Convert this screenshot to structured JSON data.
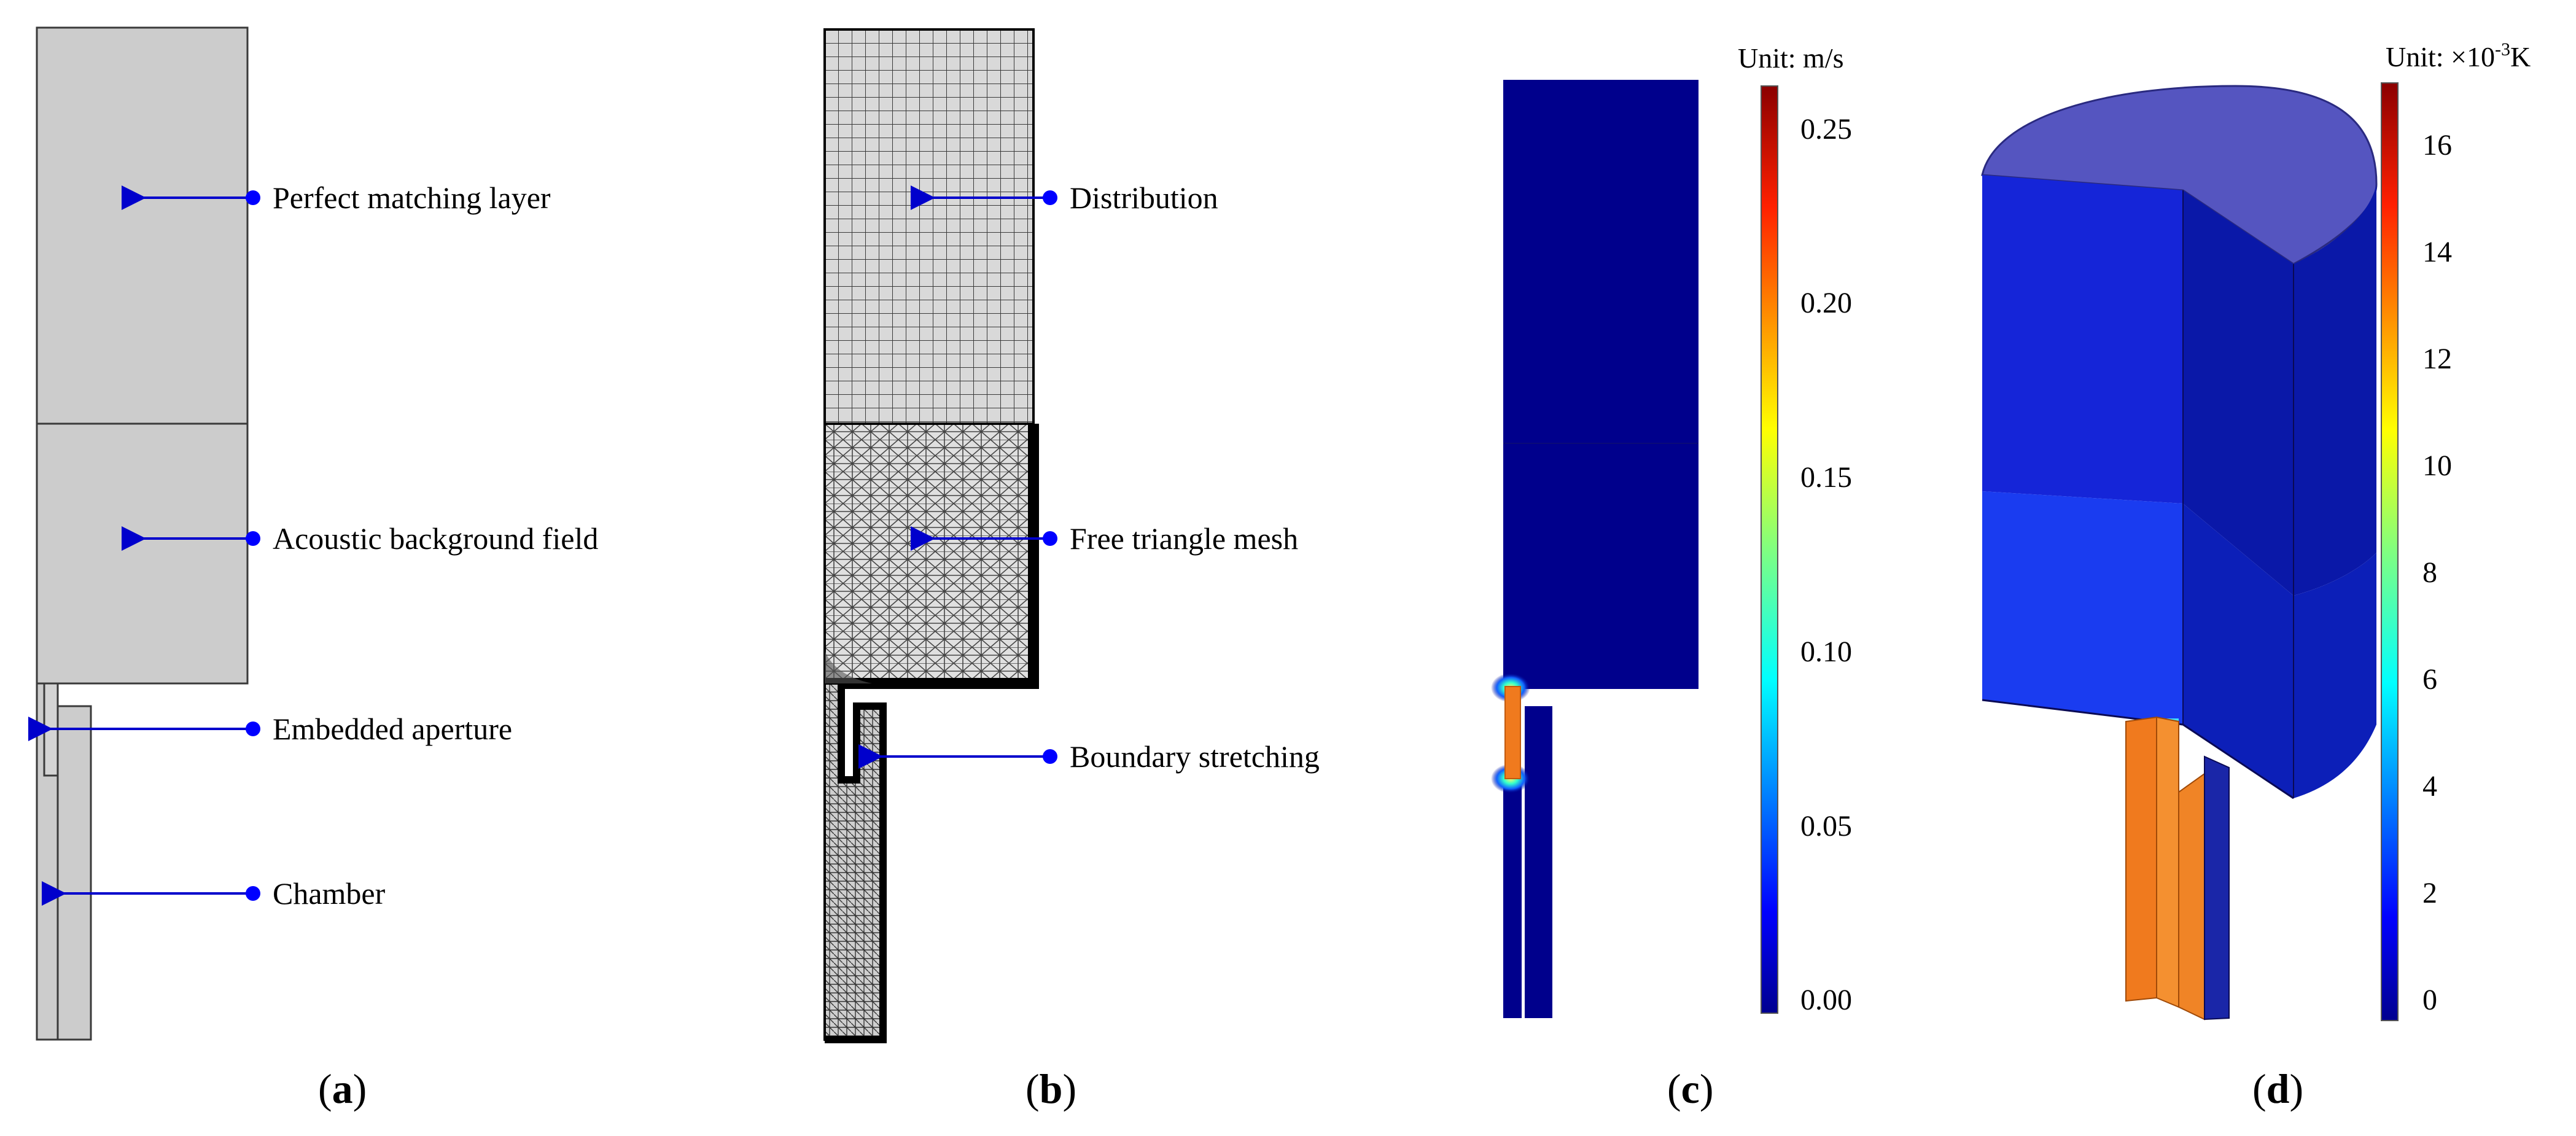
{
  "panels": [
    {
      "caption": "(a)",
      "caption_letter": "a",
      "labels": [
        "Perfect matching layer",
        "Acoustic background field",
        "Embedded aperture",
        "Chamber"
      ]
    },
    {
      "caption": "(b)",
      "caption_letter": "b",
      "labels": [
        "Distribution",
        "Free triangle mesh",
        "Boundary stretching"
      ]
    },
    {
      "caption": "(c)",
      "caption_letter": "c",
      "colorbar": {
        "unit": "Unit: m/s",
        "ticks": [
          "0.25",
          "0.20",
          "0.15",
          "0.10",
          "0.05",
          "0.00"
        ]
      }
    },
    {
      "caption": "(d)",
      "caption_letter": "d",
      "colorbar": {
        "unit_prefix": "Unit: ×10",
        "unit_exp": "-3",
        "unit_suffix": "K",
        "ticks": [
          "16",
          "14",
          "12",
          "10",
          "8",
          "6",
          "4",
          "2",
          "0"
        ]
      }
    }
  ],
  "colors": {
    "geometry_fill": "#cccccc",
    "arrow": "#0000cc",
    "field_low": "#00008c",
    "field_high": "#f07a1e"
  }
}
